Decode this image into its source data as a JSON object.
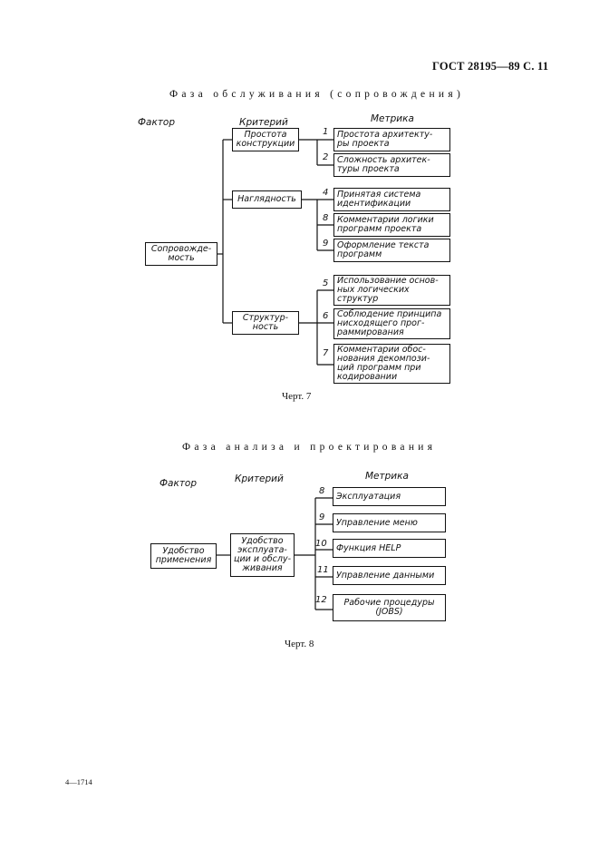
{
  "header": {
    "code": "ГОСТ 28195—89 С. 11"
  },
  "chart7": {
    "phase_title": "Фаза обслуживания (сопровождения)",
    "col_factor": "Фактор",
    "col_criterion": "Критерий",
    "col_metric": "Метрика",
    "factor": {
      "lines": [
        "Сопровожде-",
        "мость"
      ]
    },
    "criteria": [
      {
        "lines": [
          "Простота",
          "конструкции"
        ]
      },
      {
        "lines": [
          "Наглядность"
        ]
      },
      {
        "lines": [
          "Структур-",
          "ность"
        ]
      }
    ],
    "metrics": [
      {
        "num": "1",
        "lines": [
          "Простота архитекту-",
          "ры проекта"
        ]
      },
      {
        "num": "2",
        "lines": [
          "Сложность архитек-",
          "туры проекта"
        ]
      },
      {
        "num": "4",
        "lines": [
          "Принятая система",
          "идентификации"
        ]
      },
      {
        "num": "8",
        "lines": [
          "Комментарии логики",
          "программ проекта"
        ]
      },
      {
        "num": "9",
        "lines": [
          "Оформление текста",
          "программ"
        ]
      },
      {
        "num": "5",
        "lines": [
          "Использование основ-",
          "ных логических",
          "структур"
        ]
      },
      {
        "num": "6",
        "lines": [
          "Соблюдение принципа",
          "нисходящего прог-",
          "раммирования"
        ]
      },
      {
        "num": "7",
        "lines": [
          "Комментарии обос-",
          "нования декомпози-",
          "ций программ при",
          "кодировании"
        ]
      }
    ],
    "caption": "Черт. 7"
  },
  "chart8": {
    "phase_title": "Фаза анализа и проектирования",
    "col_factor": "Фактор",
    "col_criterion": "Критерий",
    "col_metric": "Метрика",
    "factor": {
      "lines": [
        "Удобство",
        "применения"
      ]
    },
    "criterion": {
      "lines": [
        "Удобство",
        "эксплуата-",
        "ции и обслу-",
        "живания"
      ]
    },
    "metrics": [
      {
        "num": "8",
        "lines": [
          "Эксплуатация"
        ]
      },
      {
        "num": "9",
        "lines": [
          "Управление меню"
        ]
      },
      {
        "num": "10",
        "lines": [
          "Функция HELP"
        ]
      },
      {
        "num": "11",
        "lines": [
          "Управление данными"
        ]
      },
      {
        "num": "12",
        "lines": [
          "Рабочие процедуры",
          "(JOBS)"
        ]
      }
    ],
    "caption": "Черт. 8"
  },
  "footer": {
    "code": "4—1714"
  }
}
